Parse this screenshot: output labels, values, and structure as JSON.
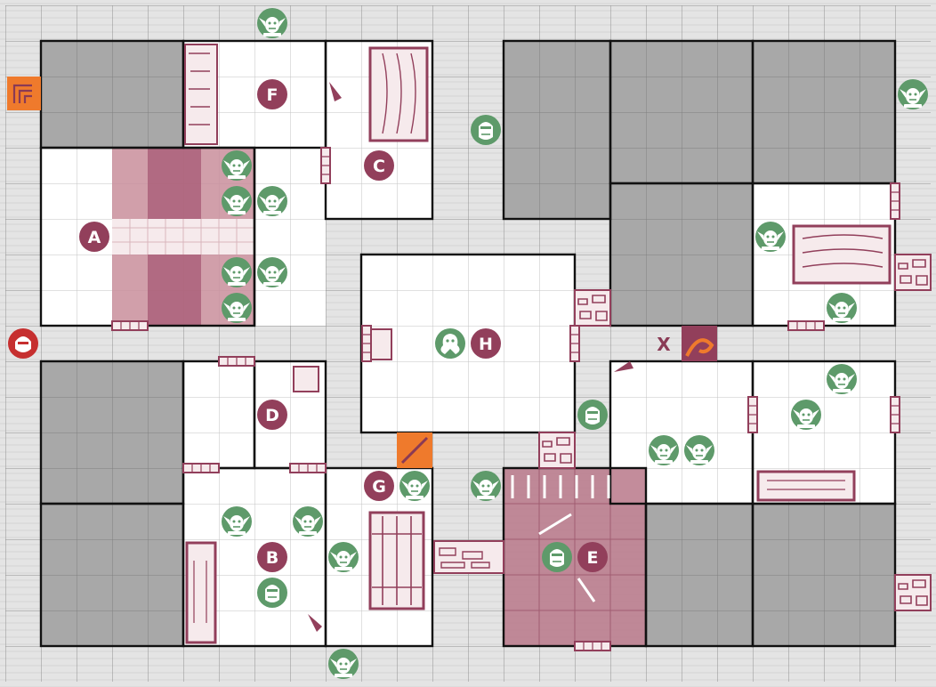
{
  "board": {
    "cols": 26,
    "rows": 19,
    "colors": {
      "floor": "#e4e4e4",
      "room_floor": "#ffffff",
      "grid_line": "#bdbdbd",
      "wall": "#111111",
      "solid_rock": "#a8a8a8",
      "corridor_shade": "#c98e9b",
      "accent": "#923f5b",
      "furniture_fill": "#f6eaec",
      "monster": "#5e9a6a",
      "hazard": "#ef7a2c",
      "hero": "#c62f2f"
    }
  },
  "rooms": [
    {
      "label": "A"
    },
    {
      "label": "B"
    },
    {
      "label": "C"
    },
    {
      "label": "D"
    },
    {
      "label": "E"
    },
    {
      "label": "F"
    },
    {
      "label": "G"
    },
    {
      "label": "H"
    }
  ],
  "marker_x": {
    "label": "X"
  },
  "icons": {
    "monster": "goblin-icon",
    "monster_alt": "orc-icon",
    "boss": "chaos-sorcerer-icon",
    "hero": "barbarian-icon",
    "stairs": "stairs-icon",
    "trap": "pit-trap-icon",
    "weapon": "spear-icon",
    "door": "door-icon",
    "rubble": "rubble-icon"
  }
}
